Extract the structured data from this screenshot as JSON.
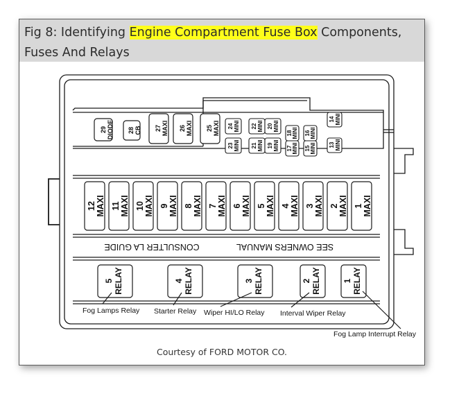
{
  "figure": {
    "title_prefix": "Fig 8: Identifying ",
    "title_highlight": "Engine Compartment Fuse Box",
    "title_suffix": " Components, Fuses And Relays",
    "caption": "Courtesy of FORD MOTOR CO.",
    "highlight_color": "#ffff1a"
  },
  "diagram": {
    "top_fuses": [
      {
        "num": "29",
        "type": "DIODE"
      },
      {
        "num": "28",
        "type": "CB"
      },
      {
        "num": "27",
        "type": "MAXI"
      },
      {
        "num": "26",
        "type": "MAXI"
      },
      {
        "num": "25",
        "type": "MAXI"
      }
    ],
    "mini_fuses": [
      {
        "num": "24",
        "type": "MINI"
      },
      {
        "num": "23",
        "type": "MINI"
      },
      {
        "num": "22",
        "type": "MINI"
      },
      {
        "num": "21",
        "type": "MINI"
      },
      {
        "num": "20",
        "type": "MINI"
      },
      {
        "num": "19",
        "type": "MINI"
      },
      {
        "num": "18",
        "type": "MINI"
      },
      {
        "num": "17",
        "type": "MINI"
      },
      {
        "num": "16",
        "type": "MINI"
      },
      {
        "num": "15",
        "type": "MINI"
      },
      {
        "num": "14",
        "type": "MINI"
      },
      {
        "num": "13",
        "type": "MINI"
      }
    ],
    "maxi_fuses": [
      {
        "num": "12",
        "type": "MAXI"
      },
      {
        "num": "11",
        "type": "MAXI"
      },
      {
        "num": "10",
        "type": "MAXI"
      },
      {
        "num": "9",
        "type": "MAXI"
      },
      {
        "num": "8",
        "type": "MAXI"
      },
      {
        "num": "7",
        "type": "MAXI"
      },
      {
        "num": "6",
        "type": "MAXI"
      },
      {
        "num": "5",
        "type": "MAXI"
      },
      {
        "num": "4",
        "type": "MAXI"
      },
      {
        "num": "3",
        "type": "MAXI"
      },
      {
        "num": "2",
        "type": "MAXI"
      },
      {
        "num": "1",
        "type": "MAXI"
      }
    ],
    "notes": {
      "left": "CONSULTER LA GUIDE",
      "right": "SEE OWNERS MANUAL"
    },
    "relays": [
      {
        "num": "5",
        "type": "RELAY",
        "callout": "Fog Lamps Relay"
      },
      {
        "num": "4",
        "type": "RELAY",
        "callout": "Starter Relay"
      },
      {
        "num": "3",
        "type": "RELAY",
        "callout": "Wiper HI/LO Relay"
      },
      {
        "num": "2",
        "type": "RELAY",
        "callout": "Interval Wiper Relay"
      },
      {
        "num": "1",
        "type": "RELAY",
        "callout": "Fog Lamp Interrupt Relay"
      }
    ]
  }
}
